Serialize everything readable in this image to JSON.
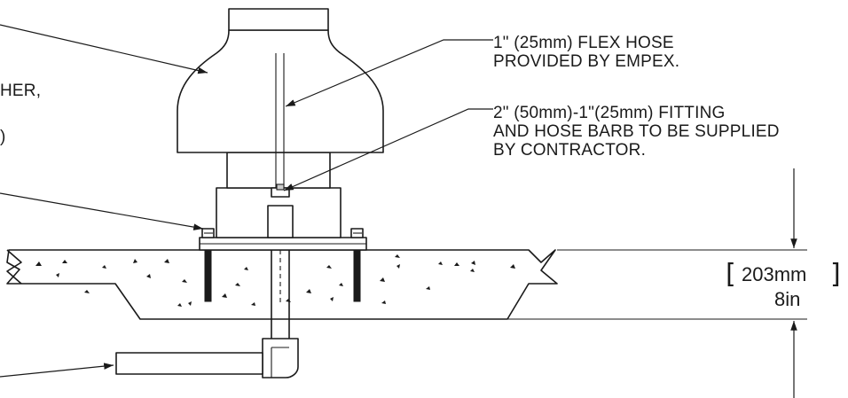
{
  "callouts": {
    "flex_hose": {
      "line1": "1\" (25mm) FLEX HOSE",
      "line2": "PROVIDED BY EMPEX."
    },
    "fitting": {
      "line1": "2\" (50mm)-1\"(25mm) FITTING",
      "line2": "AND HOSE BARB TO BE SUPPLIED",
      "line3": "BY CONTRACTOR."
    },
    "left_partial": {
      "line1": "HER,",
      "line2": ")"
    }
  },
  "dimension": {
    "metric": "203mm",
    "imperial": "8in"
  }
}
